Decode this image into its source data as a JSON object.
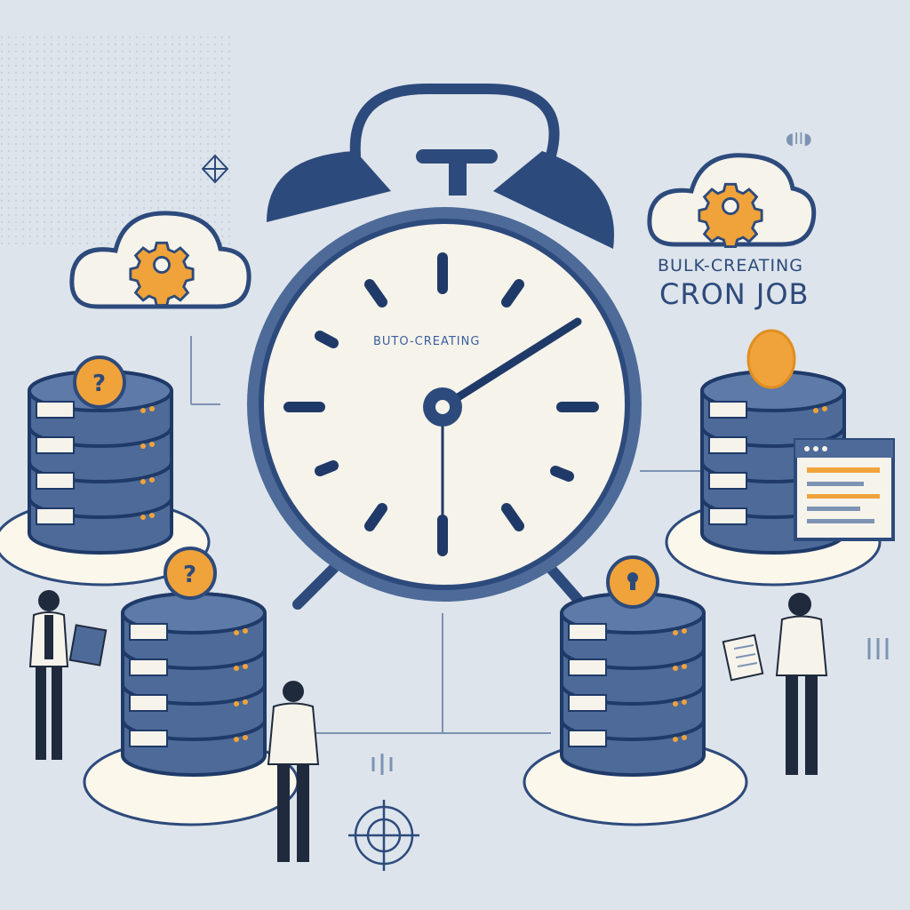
{
  "illustration": {
    "title_sub": "BULK-CREATING",
    "title_main": "CRON JOB",
    "clock_label": "BUTO-CREATING"
  },
  "colors": {
    "background": "#dde4ec",
    "navy": "#2d4a7c",
    "slate": "#4d6a98",
    "accent_orange": "#f0a33a",
    "face": "#f6f3ea",
    "cream": "#fbf7ea"
  },
  "icons": [
    "alarm-clock-icon",
    "database-icon",
    "cloud-gear-icon",
    "gear-icon",
    "document-icon",
    "target-icon",
    "person-icon"
  ]
}
